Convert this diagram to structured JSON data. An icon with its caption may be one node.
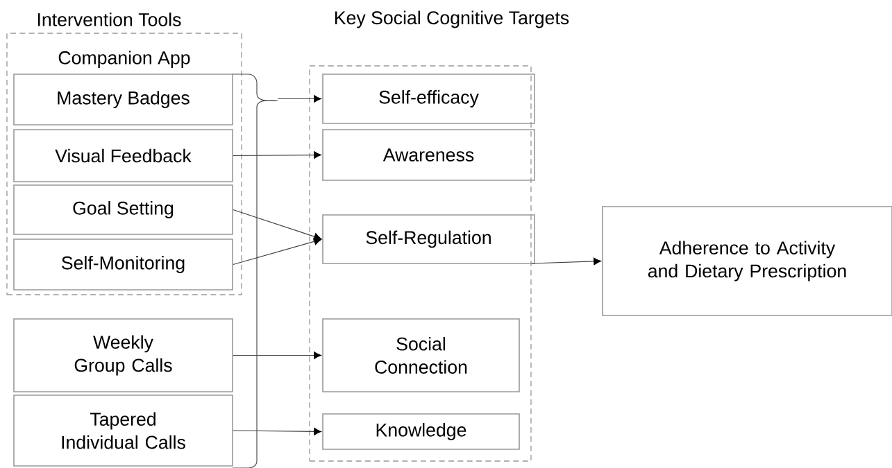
{
  "diagram": {
    "nodes": [
      {
        "text": [
          "Companion App"
        ]
      },
      {
        "text": [
          "Mastery Badges"
        ],
        "in": 0
      },
      {
        "text": [
          "Visual Feedback"
        ],
        "in": 0
      },
      {
        "text": [
          "Goal Setting"
        ],
        "in": 0
      },
      {
        "text": [
          "Self-Monitoring"
        ],
        "in": 0
      },
      {
        "text": [
          "Weekly Group Calls"
        ]
      },
      {
        "text": [
          "Tapered Individual Calls"
        ]
      },
      {
        "text": [
          "Key Social Cognitive Targets"
        ]
      },
      {
        "text": [
          "Self-efficacy"
        ],
        "in": 7
      },
      {
        "text": [
          "Awareness"
        ],
        "in": 7
      },
      {
        "text": [
          "Self-Regulation"
        ],
        "in": 7
      },
      {
        "text": [
          "Social Connection"
        ],
        "in": 7
      },
      {
        "text": [
          "Knowledge"
        ],
        "in": 7
      },
      {
        "text": [
          "Adherence to Activity and Dietary Prescription"
        ]
      },
      {
        "text": [],
        "shape": "bracket"
      }
    ],
    "edges": [
      {
        "from": 2,
        "to": 9,
        "arrow": "to"
      },
      {
        "from": 3,
        "to": 10,
        "arrow": "to"
      },
      {
        "from": 4,
        "to": 10,
        "arrow": "to"
      },
      {
        "from": 5,
        "to": 11,
        "arrow": "to"
      },
      {
        "from": 6,
        "to": 12,
        "arrow": "to"
      },
      {
        "from": 14,
        "to": 8,
        "arrow": "to"
      },
      {
        "from": 7,
        "to": 13,
        "arrow": "to"
      }
    ],
    "labels": [
      "Intervention Tools"
    ]
  }
}
